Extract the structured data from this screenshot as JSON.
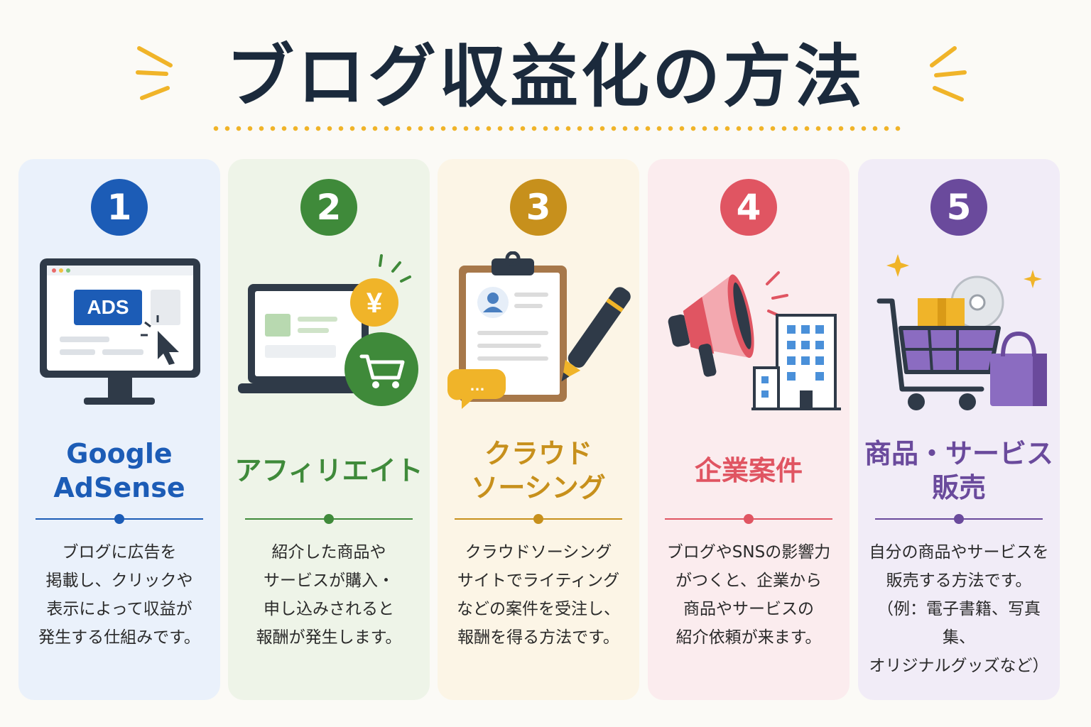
{
  "header": {
    "title": "ブログ収益化の方法"
  },
  "colors": {
    "title": "#1b2a3c",
    "accent_yellow": "#f0b429"
  },
  "cards": [
    {
      "number": "1",
      "name": "Google\nAdSense",
      "description": "ブログに広告を\n掲載し、クリックや\n表示によって収益が\n発生する仕組みです。",
      "ads_label": "ADS",
      "color": "#1c5cb6",
      "bg": "#eaf1fb"
    },
    {
      "number": "2",
      "name": "アフィリエイト",
      "description": "紹介した商品や\nサービスが購入・\n申し込みされると\n報酬が発生します。",
      "yen_label": "¥",
      "color": "#3f8a3a",
      "bg": "#eef4e8"
    },
    {
      "number": "3",
      "name": "クラウド\nソーシング",
      "description": "クラウドソーシング\nサイトでライティング\nなどの案件を受注し、\n報酬を得る方法です。",
      "bubble_label": "…",
      "color": "#c7901c",
      "bg": "#fcf5e6"
    },
    {
      "number": "4",
      "name": "企業案件",
      "description": "ブログやSNSの影響力\nがつくと、企業から\n商品やサービスの\n紹介依頼が来ます。",
      "color": "#e05562",
      "bg": "#fbecee"
    },
    {
      "number": "5",
      "name": "商品・サービス\n販売",
      "description": "自分の商品やサービスを\n販売する方法です。\n（例：電子書籍、写真集、\nオリジナルグッズなど）",
      "color": "#6a4a9c",
      "bg": "#f1ecf7"
    }
  ]
}
